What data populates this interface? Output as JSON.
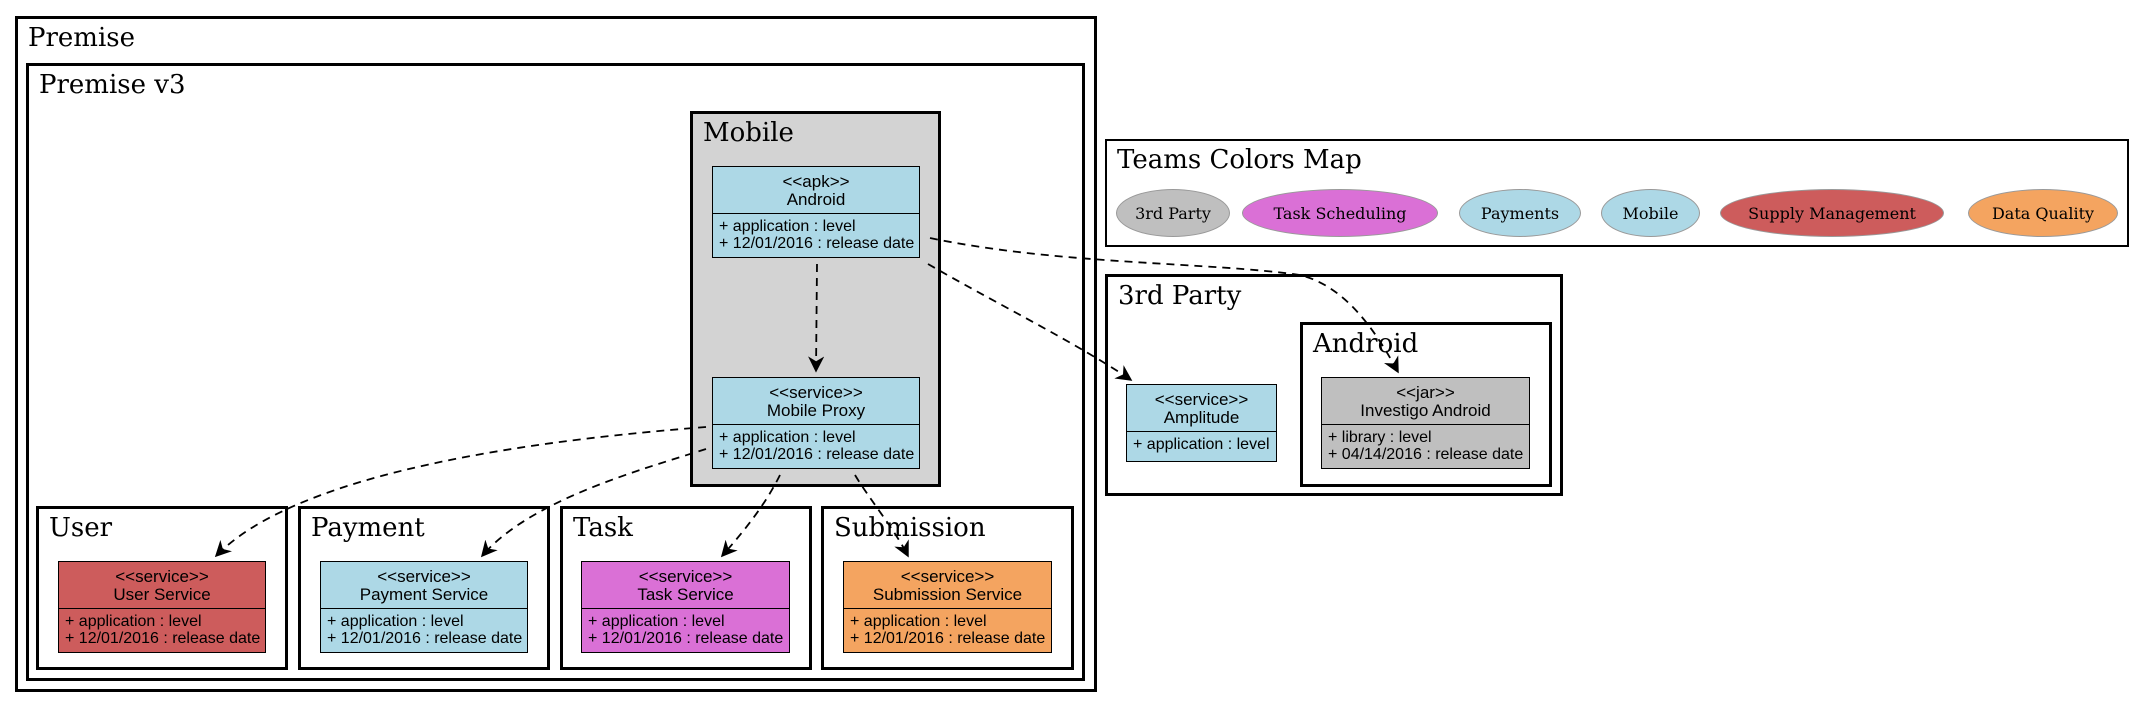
{
  "clusters": {
    "premise": "Premise",
    "premise_v3": "Premise v3",
    "mobile": "Mobile",
    "user": "User",
    "payment": "Payment",
    "task": "Task",
    "submission": "Submission",
    "legend": "Teams Colors Map",
    "third_party": "3rd Party",
    "android_vendor": "Android"
  },
  "nodes": {
    "android": {
      "stereotype": "<<apk>>",
      "name": "Android",
      "attrs": [
        "+ application : level",
        "+ 12/01/2016 : release date"
      ]
    },
    "mobile_proxy": {
      "stereotype": "<<service>>",
      "name": "Mobile Proxy",
      "attrs": [
        "+ application : level",
        "+ 12/01/2016 : release date"
      ]
    },
    "user_service": {
      "stereotype": "<<service>>",
      "name": "User Service",
      "attrs": [
        "+ application : level",
        "+ 12/01/2016 : release date"
      ]
    },
    "payment_service": {
      "stereotype": "<<service>>",
      "name": "Payment Service",
      "attrs": [
        "+ application : level",
        "+ 12/01/2016 : release date"
      ]
    },
    "task_service": {
      "stereotype": "<<service>>",
      "name": "Task Service",
      "attrs": [
        "+ application : level",
        "+ 12/01/2016 : release date"
      ]
    },
    "submission_service": {
      "stereotype": "<<service>>",
      "name": "Submission Service",
      "attrs": [
        "+ application : level",
        "+ 12/01/2016 : release date"
      ]
    },
    "amplitude": {
      "stereotype": "<<service>>",
      "name": "Amplitude",
      "attrs": [
        "+ application : level"
      ]
    },
    "investigo": {
      "stereotype": "<<jar>>",
      "name": "Investigo Android",
      "attrs": [
        "+ library : level",
        "+ 04/14/2016 : release date"
      ]
    }
  },
  "legend": [
    {
      "label": "3rd Party",
      "color": "#bfbfbf"
    },
    {
      "label": "Task Scheduling",
      "color": "#da70d6"
    },
    {
      "label": "Payments",
      "color": "#add8e6"
    },
    {
      "label": "Mobile",
      "color": "#add8e6"
    },
    {
      "label": "Supply Management",
      "color": "#cd5c5c"
    },
    {
      "label": "Data Quality",
      "color": "#f4a460"
    }
  ],
  "colors": {
    "mobile_team": "#add8e6",
    "payments_team": "#add8e6",
    "supply_team": "#cd5c5c",
    "task_team": "#da70d6",
    "data_quality_team": "#f4a460",
    "third_party_team": "#bfbfbf",
    "mobile_cluster_fill": "#d3d3d3"
  },
  "edges": [
    {
      "from": "android",
      "to": "mobile_proxy"
    },
    {
      "from": "android",
      "to": "amplitude"
    },
    {
      "from": "android",
      "to": "investigo"
    },
    {
      "from": "mobile_proxy",
      "to": "user_service"
    },
    {
      "from": "mobile_proxy",
      "to": "payment_service"
    },
    {
      "from": "mobile_proxy",
      "to": "task_service"
    },
    {
      "from": "mobile_proxy",
      "to": "submission_service"
    }
  ]
}
